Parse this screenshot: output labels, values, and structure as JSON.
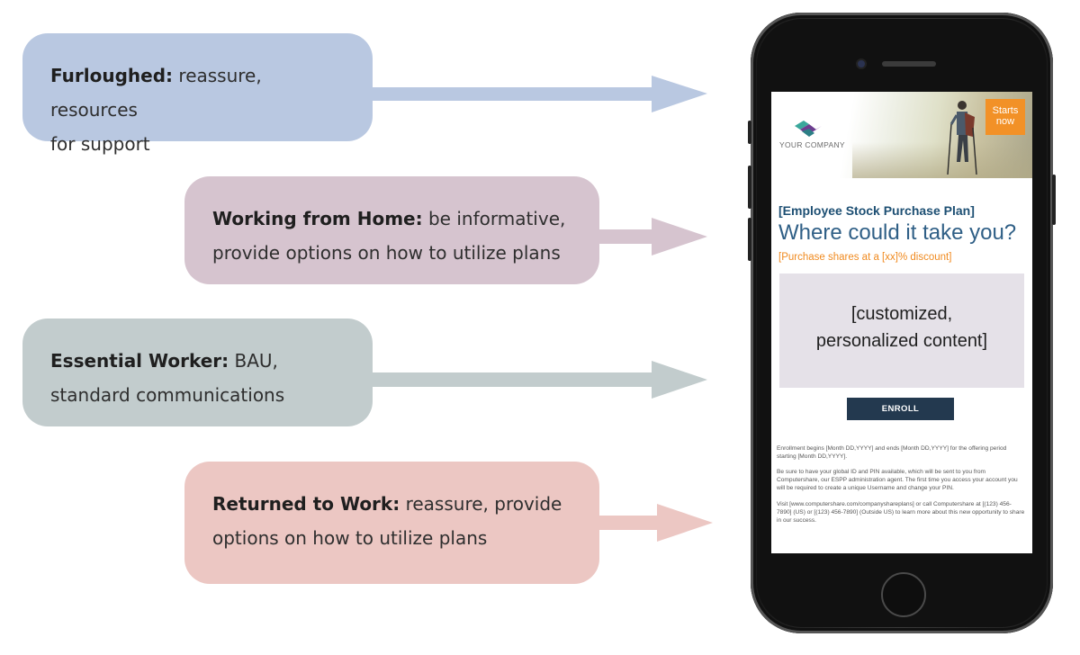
{
  "segments": [
    {
      "label": "Furloughed:",
      "text_1": " reassure, resources",
      "text_2": "for support"
    },
    {
      "label": "Working from Home:",
      "text_1": " be informative,",
      "text_2": "provide options on how to utilize plans"
    },
    {
      "label": "Essential Worker:",
      "text_1": " BAU,",
      "text_2": "standard communications"
    },
    {
      "label": "Returned to Work:",
      "text_1": " reassure, provide",
      "text_2": "options on how to utilize plans"
    }
  ],
  "colors": {
    "furloughed": "#b9c8e1",
    "working_from_home": "#d6c4cf",
    "essential_worker": "#c2cccd",
    "returned_to_work": "#ecc7c3",
    "cta_orange": "#f29127",
    "headline_blue": "#2f5f86",
    "enroll_navy": "#23394f"
  },
  "email": {
    "logo_text": "YOUR COMPANY",
    "badge": [
      "Starts",
      "now"
    ],
    "plan_title": "[Employee Stock Purchase Plan]",
    "headline": "Where could it take you?",
    "discount": "[Purchase shares at a [xx]% discount]",
    "content_placeholder": [
      "[customized,",
      "personalized content]"
    ],
    "enroll_label": "ENROLL",
    "fine_print": [
      "Enrollment begins [Month DD,YYYY] and ends [Month DD,YYYY] for the offering period starting [Month DD,YYYY].",
      "Be sure to have your global ID and PIN available, which will be sent to you from Computershare, our ESPP administration agent. The first time you access your account you will be required to create a unique Username and change your PIN.",
      "Visit [www.computershare.com/companyshareplans] or call Computershare at [(123) 456-7890] (US) or [(123) 456-7890] (Outside US) to learn more about this new opportunity to share in our success."
    ]
  }
}
